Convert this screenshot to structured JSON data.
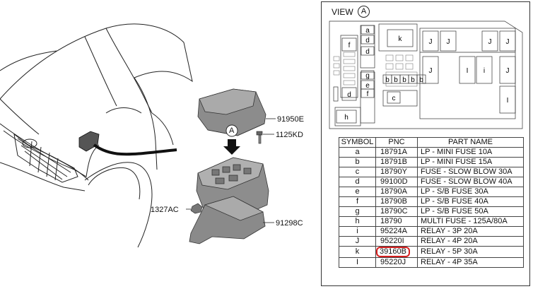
{
  "callouts": {
    "cover": "91950E",
    "bolt": "1125KD",
    "nut": "1327AC",
    "bracket": "91298C",
    "view_marker": "A"
  },
  "view": {
    "title": "VIEW",
    "marker": "A",
    "cell_labels": [
      "a",
      "d",
      "d",
      "f",
      "g",
      "e",
      "f",
      "d",
      "h",
      "c",
      "b",
      "b",
      "b",
      "b",
      "b",
      "k",
      "J",
      "J",
      "J",
      "J",
      "J",
      "I",
      "i",
      "J",
      "I"
    ]
  },
  "table": {
    "headers": [
      "SYMBOL",
      "PNC",
      "PART NAME"
    ],
    "highlighted_row": 10,
    "rows": [
      {
        "symbol": "a",
        "pnc": "18791A",
        "name": "LP - MINI FUSE 10A"
      },
      {
        "symbol": "b",
        "pnc": "18791B",
        "name": "LP - MINI FUSE 15A"
      },
      {
        "symbol": "c",
        "pnc": "18790Y",
        "name": "FUSE - SLOW BLOW 30A"
      },
      {
        "symbol": "d",
        "pnc": "99100D",
        "name": "FUSE - SLOW BLOW 40A"
      },
      {
        "symbol": "e",
        "pnc": "18790A",
        "name": "LP - S/B FUSE 30A"
      },
      {
        "symbol": "f",
        "pnc": "18790B",
        "name": "LP - S/B FUSE 40A"
      },
      {
        "symbol": "g",
        "pnc": "18790C",
        "name": "LP - S/B FUSE 50A"
      },
      {
        "symbol": "h",
        "pnc": "18790",
        "name": "MULTI FUSE - 125A/80A"
      },
      {
        "symbol": "i",
        "pnc": "95224A",
        "name": "RELAY - 3P 20A"
      },
      {
        "symbol": "J",
        "pnc": "95220I",
        "name": "RELAY - 4P 20A"
      },
      {
        "symbol": "k",
        "pnc": "39160B",
        "name": "RELAY - 5P 30A"
      },
      {
        "symbol": "I",
        "pnc": "95220J",
        "name": "RELAY - 4P 35A"
      }
    ]
  },
  "colors": {
    "highlight": "#d62020",
    "line": "#222222",
    "part_fill": "#9a9a9a"
  }
}
